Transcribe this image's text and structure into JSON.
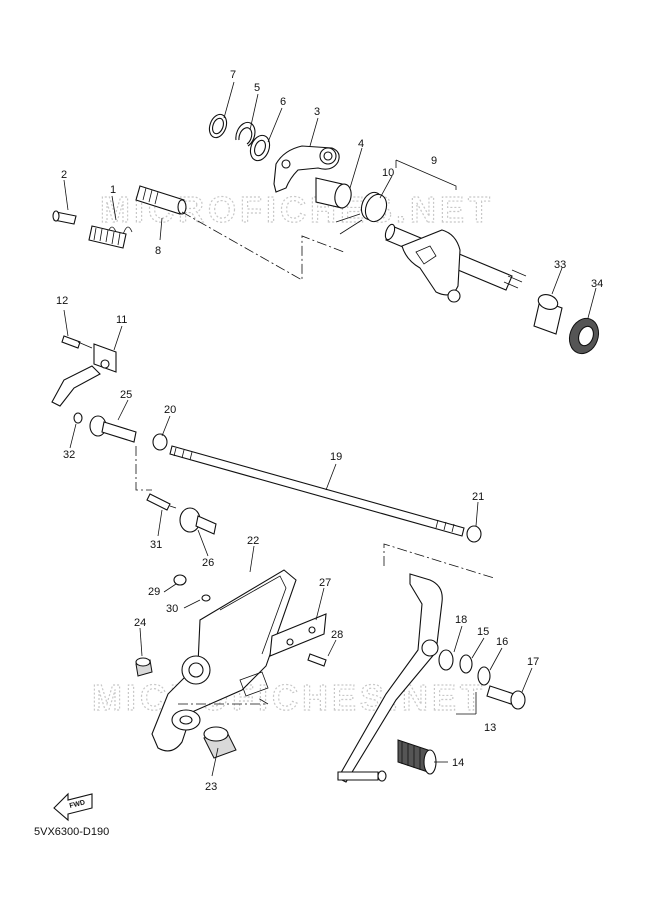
{
  "watermark": "MICROFICHES.NET",
  "diagram_code": "5VX6300-D190",
  "fwd_label": "FWD",
  "callouts": {
    "c1": "1",
    "c2": "2",
    "c3": "3",
    "c4": "4",
    "c5": "5",
    "c6": "6",
    "c7": "7",
    "c8": "8",
    "c9": "9",
    "c10": "10",
    "c11": "11",
    "c12": "12",
    "c13": "13",
    "c14": "14",
    "c15": "15",
    "c16": "16",
    "c17": "17",
    "c18": "18",
    "c19": "19",
    "c20": "20",
    "c21": "21",
    "c22": "22",
    "c23": "23",
    "c24": "24",
    "c25": "25",
    "c26": "26",
    "c27": "27",
    "c28": "28",
    "c29": "29",
    "c30": "30",
    "c31": "31",
    "c32": "32",
    "c33": "33",
    "c34": "34"
  }
}
